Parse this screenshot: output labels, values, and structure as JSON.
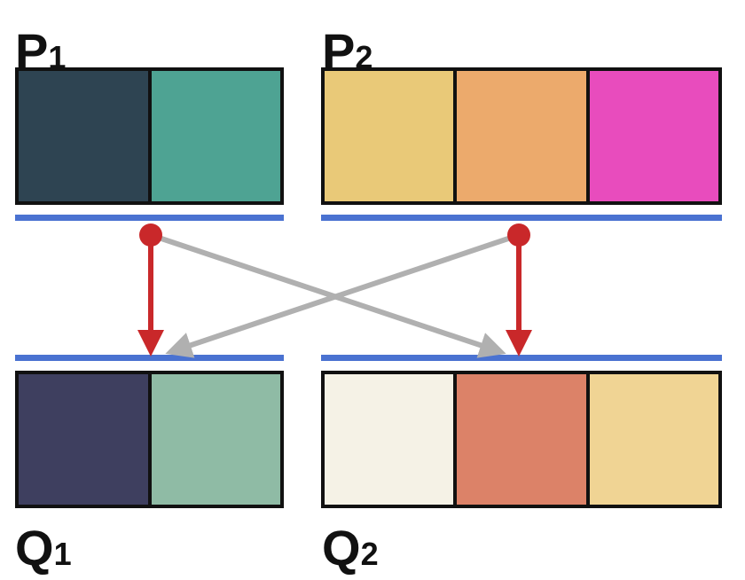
{
  "labels": {
    "p1": {
      "main": "P",
      "sub": "1"
    },
    "p2": {
      "main": "P",
      "sub": "2"
    },
    "q1": {
      "main": "Q",
      "sub": "1"
    },
    "q2": {
      "main": "Q",
      "sub": "2"
    }
  },
  "palettes": {
    "p1": [
      "#2e4452",
      "#4ea393"
    ],
    "p2": [
      "#e9c978",
      "#ecaa6c",
      "#e84cbd"
    ],
    "q1": [
      "#3e3f5f",
      "#8fbba5"
    ],
    "q2": [
      "#f5f2e6",
      "#dc8268",
      "#f0d494"
    ]
  },
  "colors": {
    "bar": "#4a72d1",
    "source_dot": "#c9282a",
    "direct_arrow": "#c9282a",
    "cross_arrow": "#b0b0b0"
  }
}
